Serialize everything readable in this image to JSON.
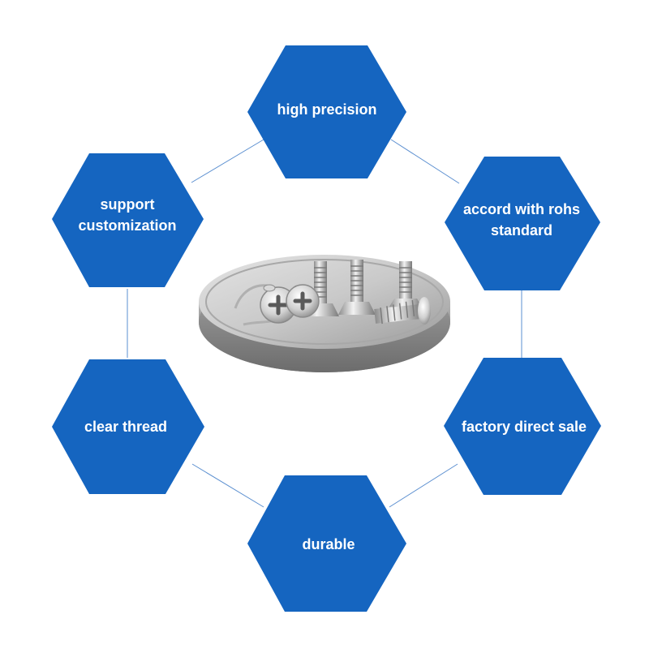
{
  "colors": {
    "hexagon_fill": "#1565c0",
    "connector_line": "#5b8fd0",
    "label_text": "#ffffff",
    "background": "#ffffff"
  },
  "features": [
    {
      "id": "high-precision",
      "label": "high precision"
    },
    {
      "id": "accord-rohs",
      "label": "accord with rohs\nstandard"
    },
    {
      "id": "factory-direct",
      "label": "factory direct sale"
    },
    {
      "id": "durable",
      "label": "durable"
    },
    {
      "id": "clear-thread",
      "label": "clear thread"
    },
    {
      "id": "support-customization",
      "label": "support\ncustomization"
    }
  ],
  "product_image": {
    "description_icon": "coin-with-micro-screws"
  }
}
